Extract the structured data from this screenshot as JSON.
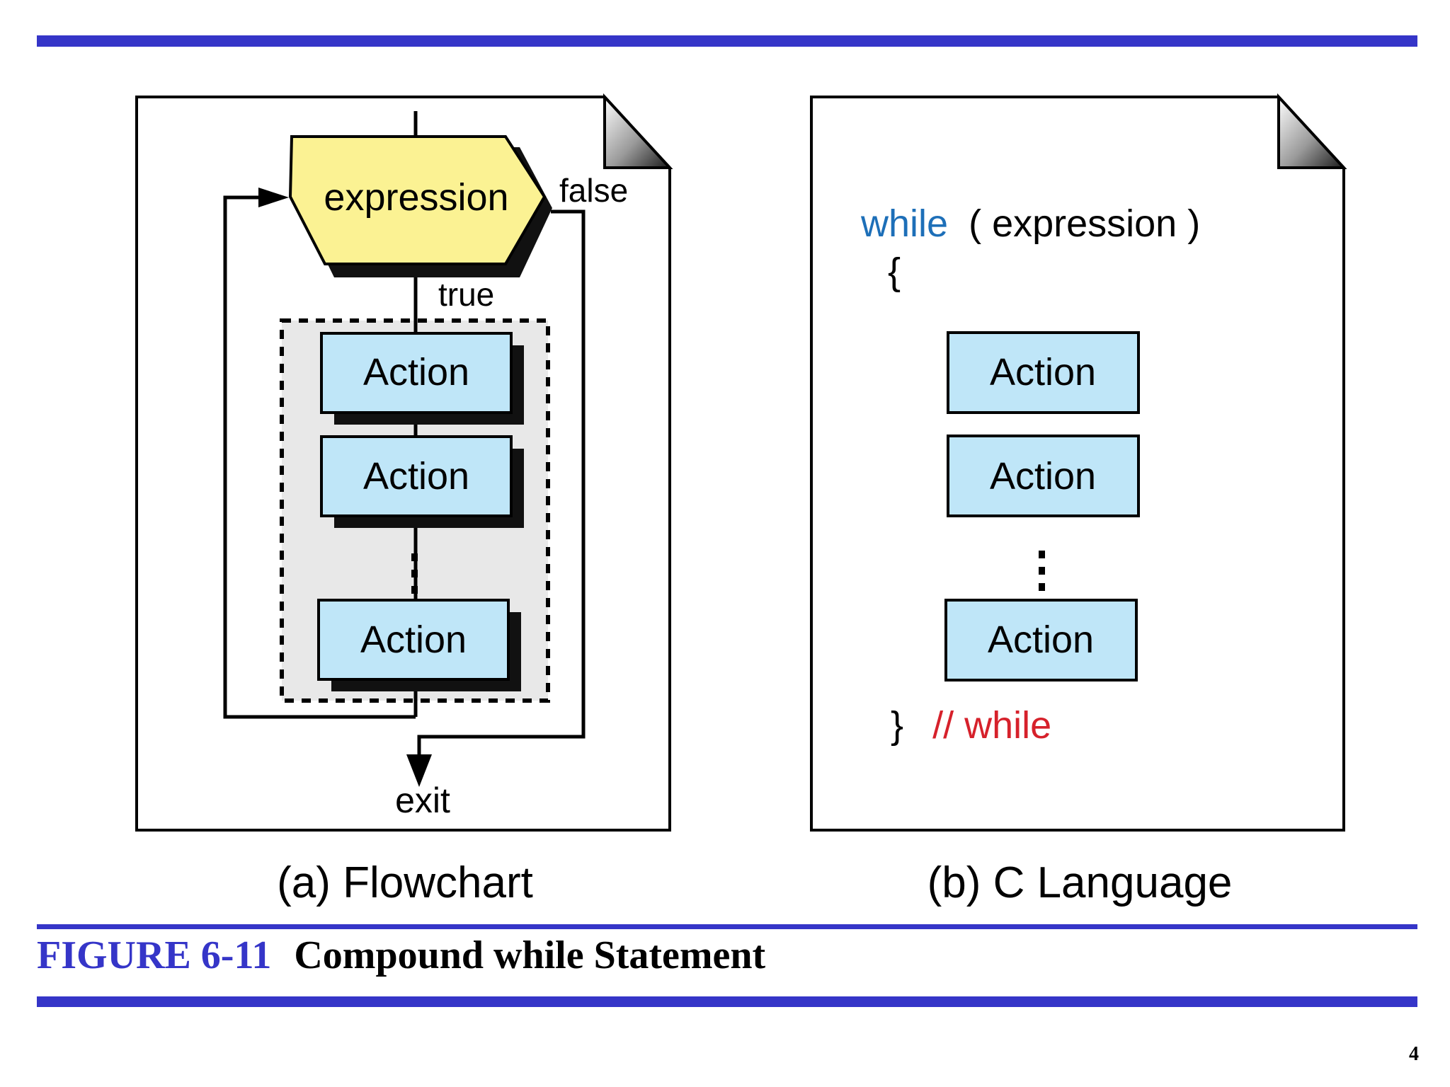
{
  "figure": {
    "number": "FIGURE 6-11",
    "title": "Compound while Statement"
  },
  "page_number": "4",
  "flowchart": {
    "caption": "(a) Flowchart",
    "decision_label": "expression",
    "false_label": "false",
    "true_label": "true",
    "exit_label": "exit",
    "actions": [
      "Action",
      "Action",
      "Action"
    ]
  },
  "code": {
    "caption": "(b) C Language",
    "keyword": "while",
    "condition": "( expression )",
    "open_brace": "{",
    "close_brace": "}",
    "comment": "// while",
    "actions": [
      "Action",
      "Action",
      "Action"
    ]
  },
  "colors": {
    "rule_blue": "#3535c8",
    "decision_fill": "#fbf293",
    "action_fill": "#bfe6f8",
    "keyword_blue": "#1d6fb8",
    "comment_red": "#d6212b",
    "group_fill": "#e8e8e8"
  }
}
